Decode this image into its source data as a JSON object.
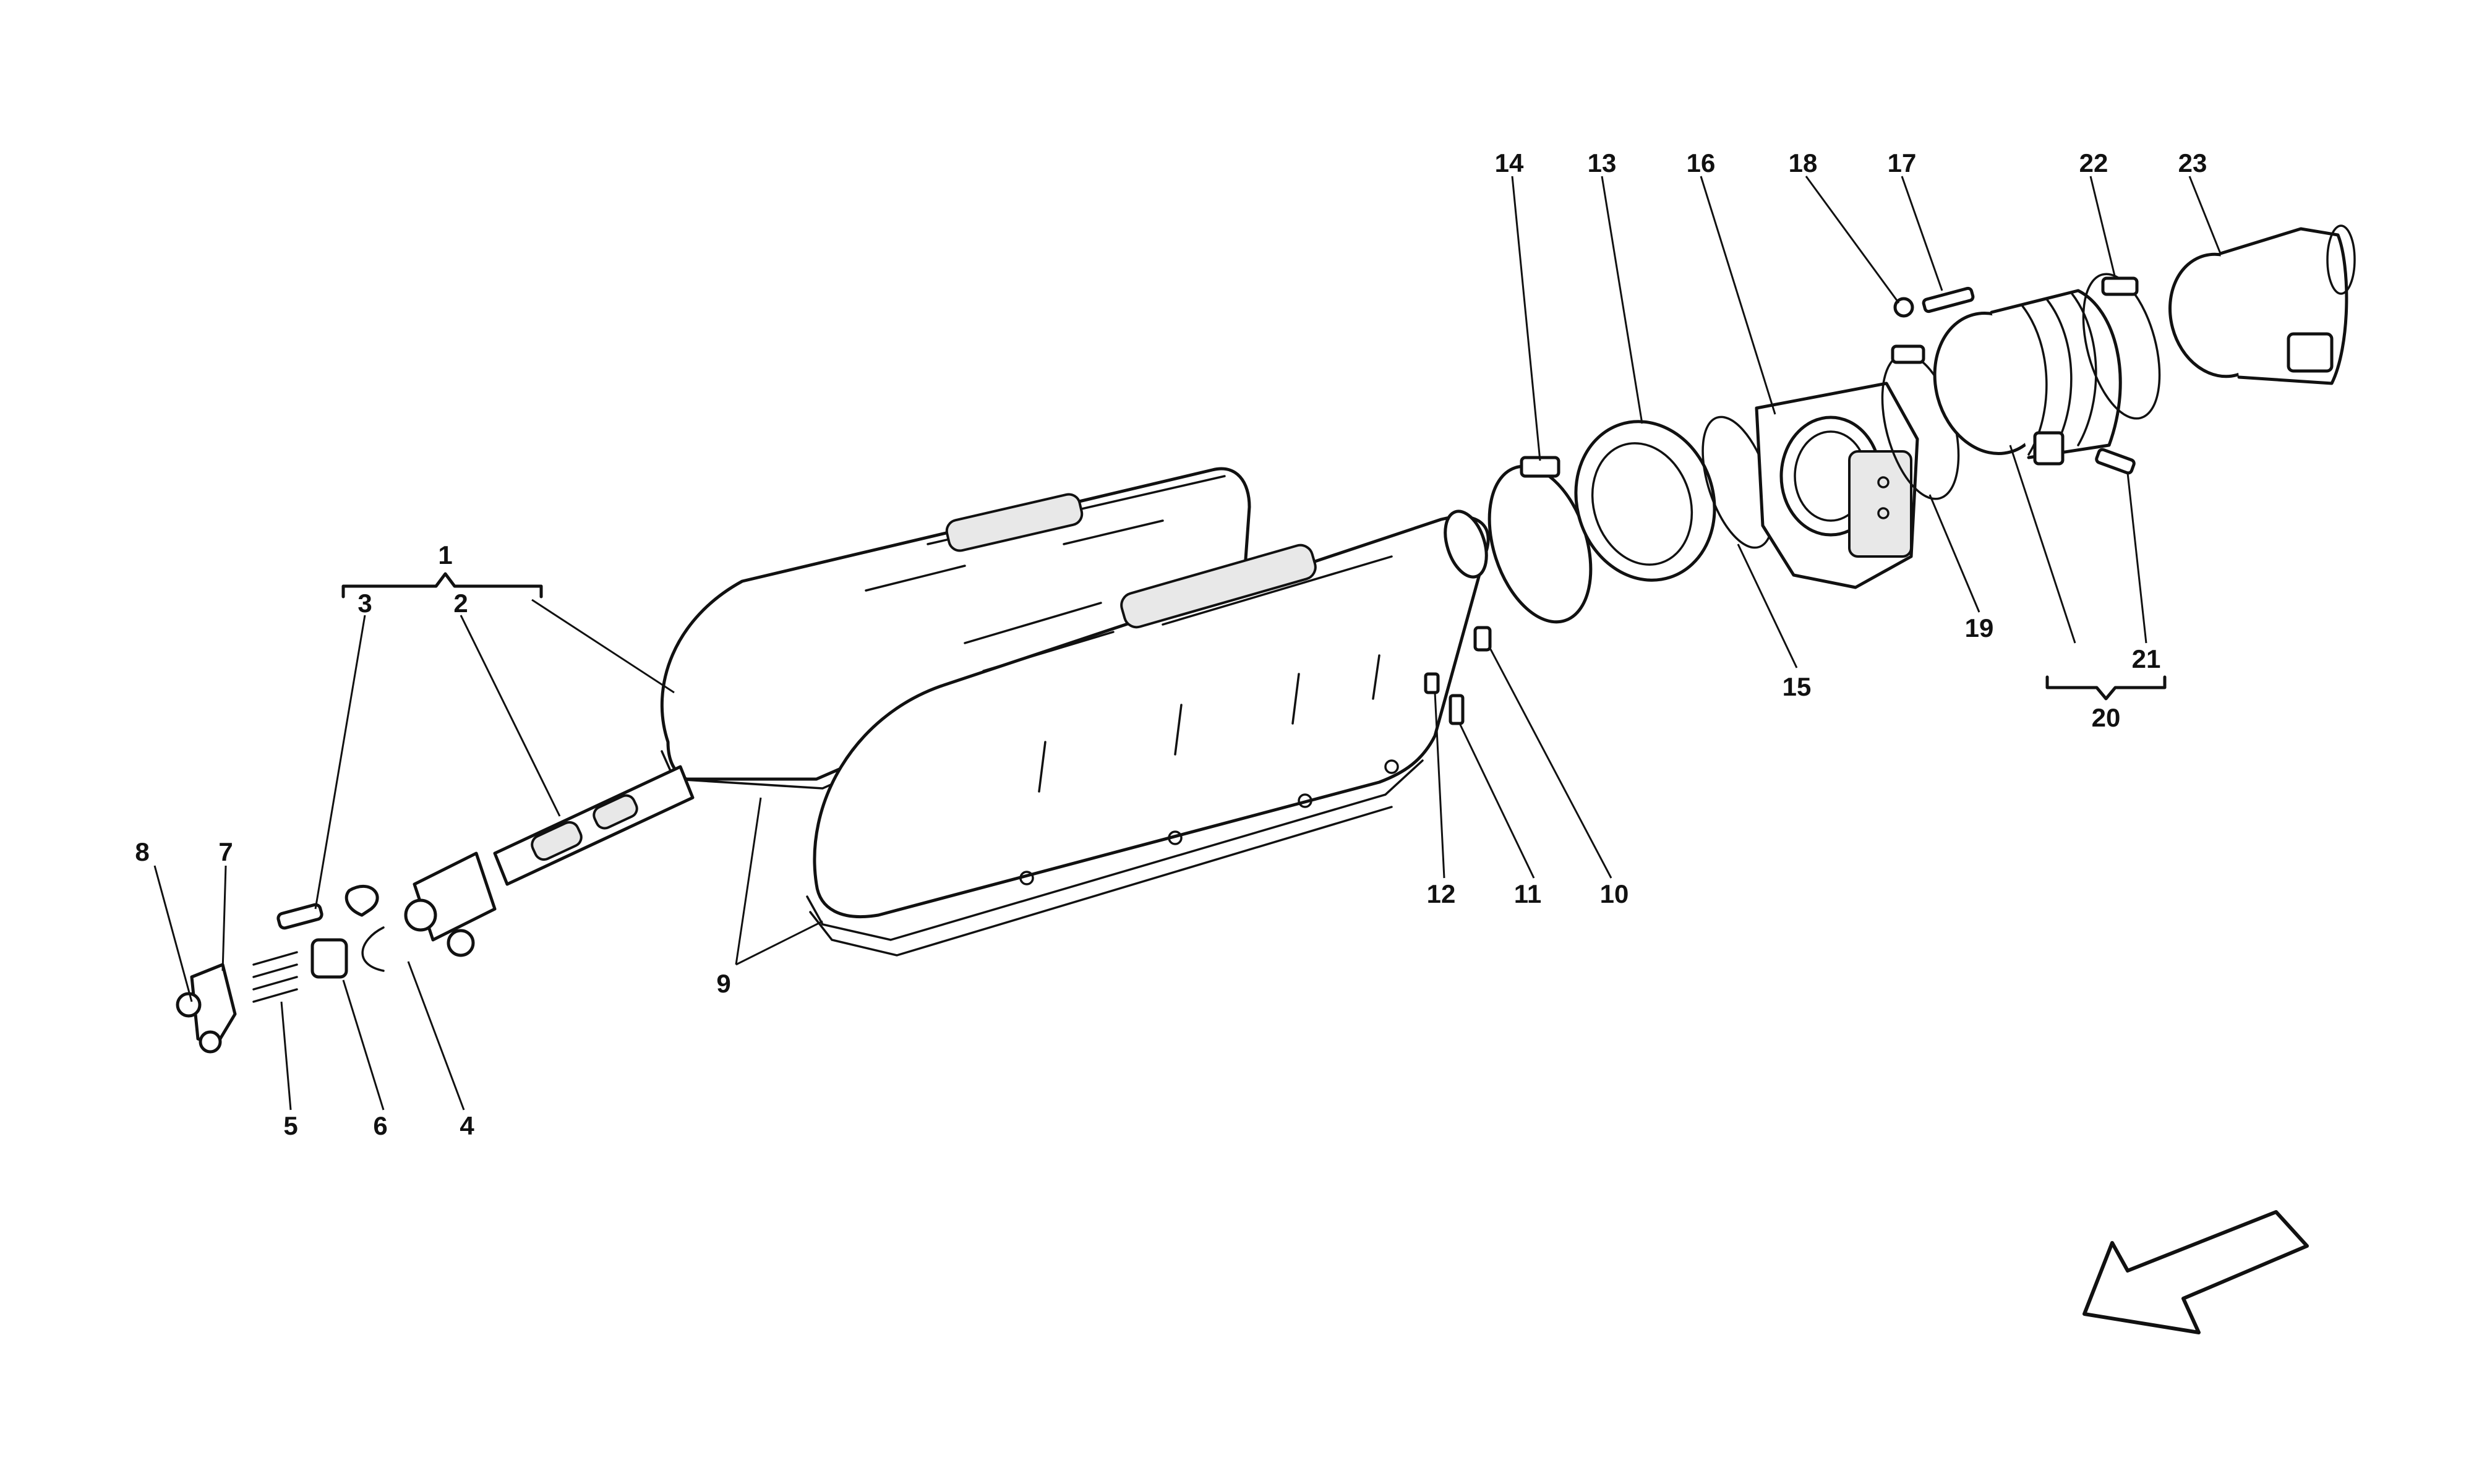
{
  "labels": {
    "l1": "1",
    "l2": "2",
    "l3": "3",
    "l4": "4",
    "l5": "5",
    "l6": "6",
    "l7": "7",
    "l8": "8",
    "l9": "9",
    "l10": "10",
    "l11": "11",
    "l12": "12",
    "l13": "13",
    "l14": "14",
    "l15": "15",
    "l16": "16",
    "l17": "17",
    "l18": "18",
    "l19": "19",
    "l20": "20",
    "l21": "21",
    "l22": "22",
    "l23": "23"
  },
  "icons": {
    "direction_arrow": "arrow-down-left-icon"
  }
}
